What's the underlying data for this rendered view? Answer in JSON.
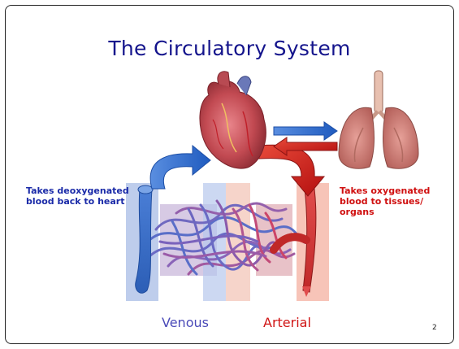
{
  "slide": {
    "title": "The Circulatory System",
    "label_left_line1": "Takes deoxygenated",
    "label_left_line2": "blood back to heart",
    "label_right_line1": "Takes oxygenated",
    "label_right_line2": "blood to tissues/",
    "label_right_line3": "organs",
    "venous_label": "Venous",
    "arterial_label": "Arterial",
    "page_number": "2"
  },
  "colors": {
    "title": "#14148c",
    "venous": "#2f62c0",
    "arterial": "#d42020",
    "left_label": "#1a2aa8",
    "right_label": "#d01010"
  },
  "icons": [
    "heart-illustration",
    "lungs-illustration",
    "blood-vessel-illustration"
  ]
}
